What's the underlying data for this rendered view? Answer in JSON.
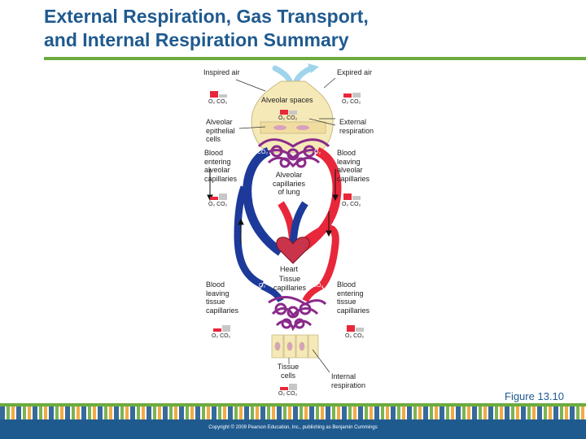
{
  "slide": {
    "title_line1": "External Respiration, Gas Transport,",
    "title_line2": "and Internal Respiration Summary",
    "figure_ref": "Figure 13.10",
    "copyright": "Copyright © 2009 Pearson Education, Inc., publishing as Benjamin Cummings"
  },
  "diagram": {
    "labels": {
      "inspired_air": "Inspired air",
      "expired_air": "Expired air",
      "alveolar_spaces": "Alveolar spaces",
      "alveolar_epithelial_cells": "Alveolar\nepithelial\ncells",
      "external_respiration": "External\nrespiration",
      "blood_entering_alveolar": "Blood\nentering\nalveolar\ncapillaries",
      "blood_leaving_alveolar": "Blood\nleaving\nalveolar\ncapillaries",
      "alveolar_capillaries": "Alveolar\ncapillaries\nof lung",
      "heart": "Heart",
      "tissue_capillaries": "Tissue\ncapillaries",
      "blood_leaving_tissue": "Blood\nleaving\ntissue\ncapillaries",
      "blood_entering_tissue": "Blood\nentering\ntissue\ncapillaries",
      "tissue_cells": "Tissue\ncells",
      "internal_respiration": "Internal\nrespiration"
    },
    "gas_label": "O₂ CO₂",
    "gas_label_diff": "O₂",
    "gas_label_co2": "CO₂",
    "colors": {
      "oxygenated": "#e8273a",
      "deoxygenated": "#1d3a9a",
      "capillary": "#8a2a8a",
      "alveolus": "#f6e9b8",
      "inspired_arrow": "#9fd4ec",
      "o2_bar": "#e8273a",
      "co2_bar": "#c7c7c7"
    }
  }
}
